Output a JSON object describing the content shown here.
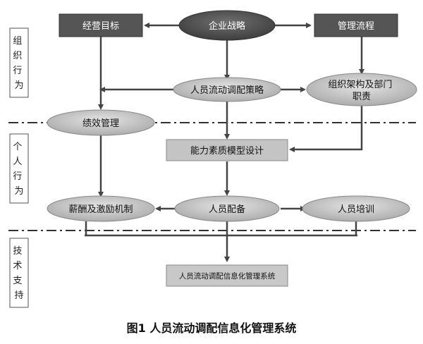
{
  "nodes": {
    "strategy": "企业战略",
    "business_goals": "经营目标",
    "mgmt_process": "管理流程",
    "mobility_strategy": "人员流动调配策略",
    "org_structure_line1": "组织架构及部门",
    "org_structure_line2": "职责",
    "performance": "绩效管理",
    "competency_model": "能力素质模型设计",
    "compensation": "薪酬及激励机制",
    "staffing": "人员配备",
    "training": "人员培训",
    "info_system": "人员流动调配信息化管理系统"
  },
  "side_labels": {
    "org_behavior": [
      "组",
      "织",
      "行",
      "为"
    ],
    "individual_behavior": [
      "个",
      "人",
      "行",
      "为"
    ],
    "tech_support": [
      "技",
      "术",
      "支",
      "持"
    ]
  },
  "caption": "图1  人员流动调配信息化管理系统",
  "colors": {
    "dark_fill": "#555555",
    "box_fill": "#c8c8c8",
    "ellipse_fill": "#c9c9c9",
    "arrow": "#444444",
    "dash_line": "#333333"
  }
}
